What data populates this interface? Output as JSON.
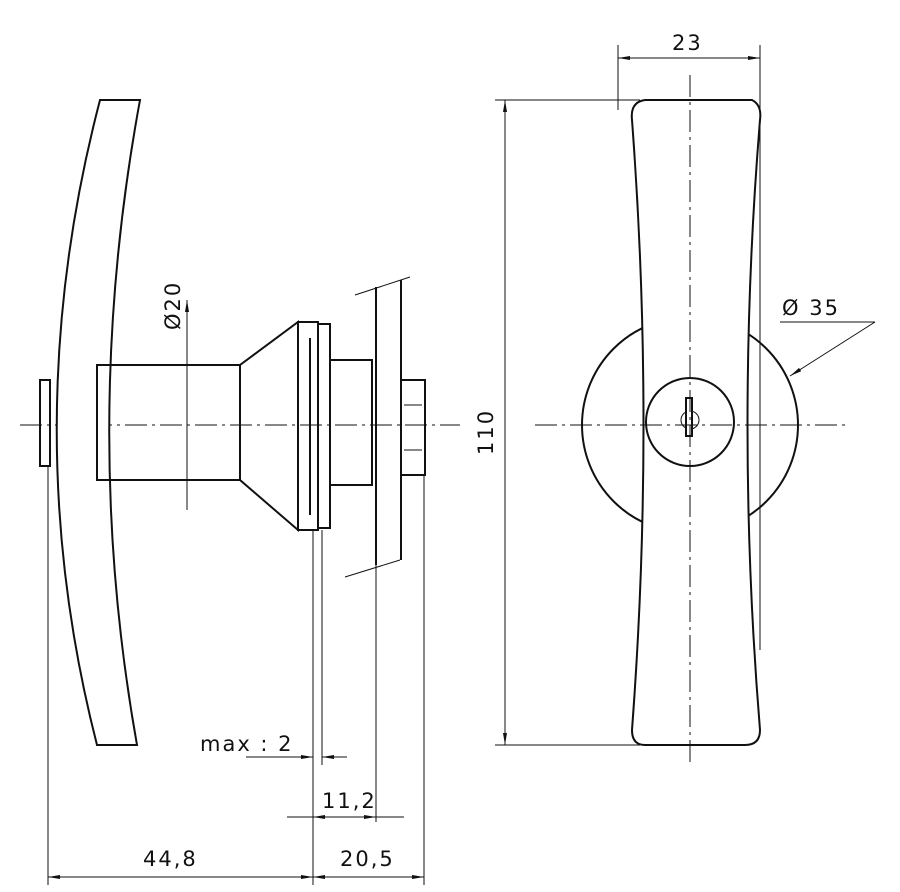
{
  "drawing": {
    "dimensions": {
      "width_23": "23",
      "height_110": "110",
      "dia_35": "Ø 35",
      "dia_20": "Ø20",
      "max_2": "max : 2",
      "d_11_2": "11,2",
      "d_44_8": "44,8",
      "d_20_5": "20,5"
    },
    "line_color": "#111111"
  }
}
